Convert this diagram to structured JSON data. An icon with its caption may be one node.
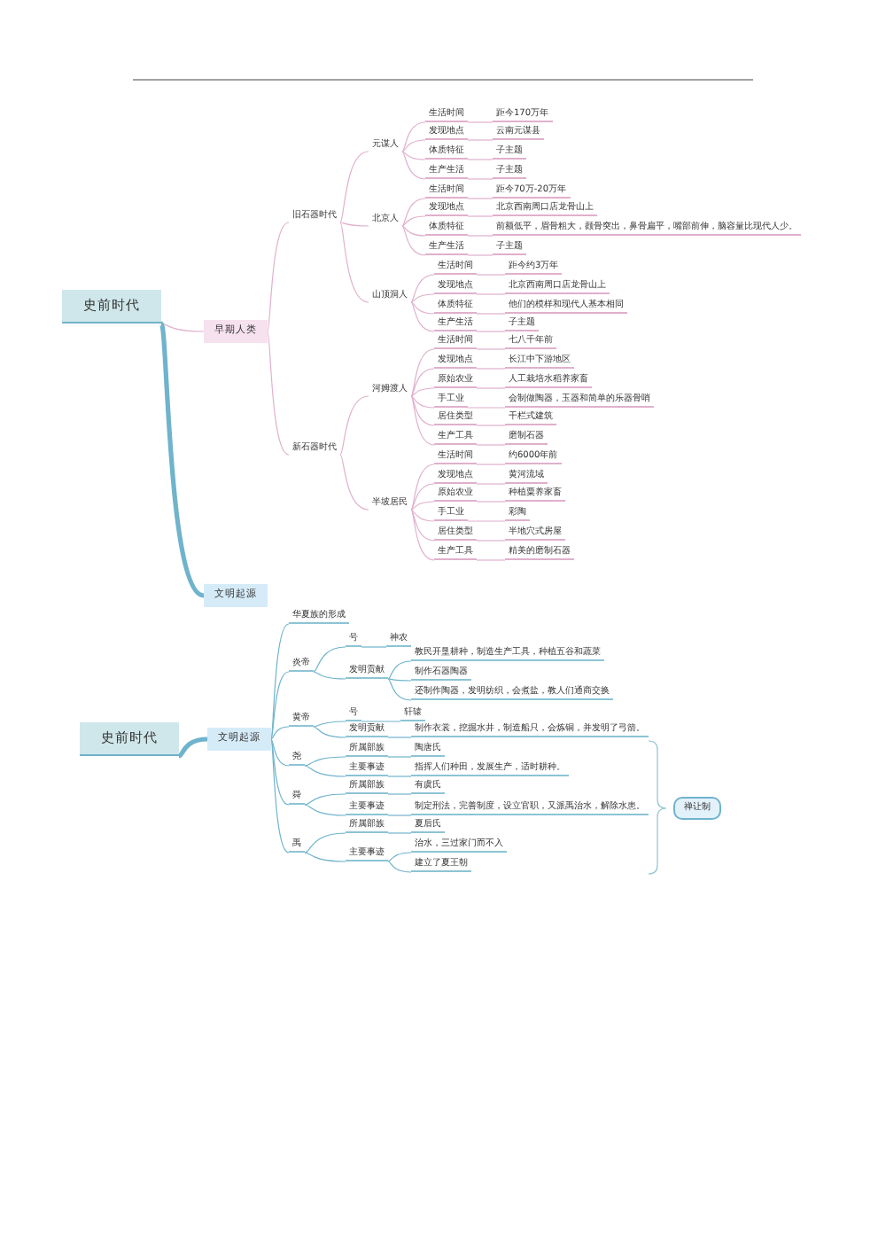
{
  "diagram": {
    "nodes": [
      {
        "text": [
          "史前时代"
        ]
      },
      {
        "text": [
          "早期人类"
        ]
      },
      {
        "text": [
          "文明起源"
        ]
      },
      {
        "text": [
          "旧石器时代"
        ]
      },
      {
        "text": [
          "元谋人"
        ]
      },
      {
        "text": [
          "生活时间"
        ]
      },
      {
        "text": [
          "距今170万年"
        ]
      },
      {
        "text": [
          "发现地点"
        ]
      },
      {
        "text": [
          "云南元谋县"
        ]
      },
      {
        "text": [
          "体质特征"
        ]
      },
      {
        "text": [
          "子主题"
        ]
      },
      {
        "text": [
          "生产生活"
        ]
      },
      {
        "text": [
          "子主题"
        ]
      },
      {
        "text": [
          "北京人"
        ]
      },
      {
        "text": [
          "生活时间"
        ]
      },
      {
        "text": [
          "距今70万-20万年"
        ]
      },
      {
        "text": [
          "发现地点"
        ]
      },
      {
        "text": [
          "北京西南周口店龙骨山上"
        ]
      },
      {
        "text": [
          "体质特征"
        ]
      },
      {
        "text": [
          "前额低平，眉骨粗大，颧骨突出，鼻骨扁平，嘴部前伸，脑容量比现代人少。"
        ]
      },
      {
        "text": [
          "生产生活"
        ]
      },
      {
        "text": [
          "子主题"
        ]
      },
      {
        "text": [
          "山顶洞人"
        ]
      },
      {
        "text": [
          "生活时间"
        ]
      },
      {
        "text": [
          "距今约3万年"
        ]
      },
      {
        "text": [
          "发现地点"
        ]
      },
      {
        "text": [
          "北京西南周口店龙骨山上"
        ]
      },
      {
        "text": [
          "体质特征"
        ]
      },
      {
        "text": [
          "他们的模样和现代人基本相同"
        ]
      },
      {
        "text": [
          "生产生活"
        ]
      },
      {
        "text": [
          "子主题"
        ]
      },
      {
        "text": [
          "新石器时代"
        ]
      },
      {
        "text": [
          "河姆渡人"
        ]
      },
      {
        "text": [
          "生活时间"
        ]
      },
      {
        "text": [
          "七八千年前"
        ]
      },
      {
        "text": [
          "发现地点"
        ]
      },
      {
        "text": [
          "长江中下游地区"
        ]
      },
      {
        "text": [
          "原始农业"
        ]
      },
      {
        "text": [
          "人工栽培水稻养家畜"
        ]
      },
      {
        "text": [
          "手工业"
        ]
      },
      {
        "text": [
          "会制做陶器，玉器和简单的乐器骨哨"
        ]
      },
      {
        "text": [
          "居住类型"
        ]
      },
      {
        "text": [
          "干栏式建筑"
        ]
      },
      {
        "text": [
          "生产工具"
        ]
      },
      {
        "text": [
          "磨制石器"
        ]
      },
      {
        "text": [
          "半坡居民"
        ]
      },
      {
        "text": [
          "生活时间"
        ]
      },
      {
        "text": [
          "约6000年前"
        ]
      },
      {
        "text": [
          "发现地点"
        ]
      },
      {
        "text": [
          "黄河流域"
        ]
      },
      {
        "text": [
          "原始农业"
        ]
      },
      {
        "text": [
          "种植粟养家畜"
        ]
      },
      {
        "text": [
          "手工业"
        ]
      },
      {
        "text": [
          "彩陶"
        ]
      },
      {
        "text": [
          "居住类型"
        ]
      },
      {
        "text": [
          "半地穴式房屋"
        ]
      },
      {
        "text": [
          "生产工具"
        ]
      },
      {
        "text": [
          "精美的磨制石器"
        ]
      },
      {
        "text": [
          "史前时代"
        ]
      },
      {
        "text": [
          "文明起源"
        ]
      },
      {
        "text": [
          "华夏族的形成"
        ]
      },
      {
        "text": [
          "炎帝"
        ]
      },
      {
        "text": [
          "号"
        ]
      },
      {
        "text": [
          "神农"
        ]
      },
      {
        "text": [
          "发明贡献"
        ]
      },
      {
        "text": [
          "教民开垦耕种，制造生产工具，种植五谷和蔬菜"
        ]
      },
      {
        "text": [
          "制作石器陶器"
        ]
      },
      {
        "text": [
          "还制作陶器，发明纺织，会煮盐，教人们通商交换"
        ]
      },
      {
        "text": [
          "黄帝"
        ]
      },
      {
        "text": [
          "号"
        ]
      },
      {
        "text": [
          "轩辕"
        ]
      },
      {
        "text": [
          "发明贡献"
        ]
      },
      {
        "text": [
          "制作衣裳，挖掘水井，制造船只，会炼铜，并发明了弓箭。"
        ]
      },
      {
        "text": [
          "尧"
        ]
      },
      {
        "text": [
          "所属部族"
        ]
      },
      {
        "text": [
          "陶唐氏"
        ]
      },
      {
        "text": [
          "主要事迹"
        ]
      },
      {
        "text": [
          "指挥人们种田，发展生产，适时耕种。"
        ]
      },
      {
        "text": [
          "舜"
        ]
      },
      {
        "text": [
          "所属部族"
        ]
      },
      {
        "text": [
          "有虞氏"
        ]
      },
      {
        "text": [
          "主要事迹"
        ]
      },
      {
        "text": [
          "制定刑法，完善制度，设立官职，又派禹治水，解除水患。"
        ]
      },
      {
        "text": [
          "禹"
        ]
      },
      {
        "text": [
          "所属部族"
        ]
      },
      {
        "text": [
          "夏后氏"
        ]
      },
      {
        "text": [
          "主要事迹"
        ]
      },
      {
        "text": [
          "治水，三过家门而不入"
        ]
      },
      {
        "text": [
          "建立了夏王朝"
        ]
      },
      {
        "text": [
          "禅让制"
        ]
      }
    ],
    "edges": [
      {
        "from": 0,
        "to": 1,
        "arrow": "none"
      },
      {
        "from": 0,
        "to": 2,
        "arrow": "none",
        "style": "thick",
        "color": "#6fb3cc"
      },
      {
        "from": 1,
        "to": 3,
        "arrow": "none"
      },
      {
        "from": 1,
        "to": 31,
        "arrow": "none"
      },
      {
        "from": 3,
        "to": 4,
        "arrow": "none"
      },
      {
        "from": 3,
        "to": 13,
        "arrow": "none"
      },
      {
        "from": 3,
        "to": 22,
        "arrow": "none"
      },
      {
        "from": 4,
        "to": 5,
        "arrow": "none"
      },
      {
        "from": 5,
        "to": 6,
        "arrow": "none"
      },
      {
        "from": 4,
        "to": 7,
        "arrow": "none"
      },
      {
        "from": 7,
        "to": 8,
        "arrow": "none"
      },
      {
        "from": 4,
        "to": 9,
        "arrow": "none"
      },
      {
        "from": 9,
        "to": 10,
        "arrow": "none"
      },
      {
        "from": 4,
        "to": 11,
        "arrow": "none"
      },
      {
        "from": 11,
        "to": 12,
        "arrow": "none"
      },
      {
        "from": 13,
        "to": 14,
        "arrow": "none"
      },
      {
        "from": 14,
        "to": 15,
        "arrow": "none"
      },
      {
        "from": 13,
        "to": 16,
        "arrow": "none"
      },
      {
        "from": 16,
        "to": 17,
        "arrow": "none"
      },
      {
        "from": 13,
        "to": 18,
        "arrow": "none"
      },
      {
        "from": 18,
        "to": 19,
        "arrow": "none"
      },
      {
        "from": 13,
        "to": 20,
        "arrow": "none"
      },
      {
        "from": 20,
        "to": 21,
        "arrow": "none"
      },
      {
        "from": 22,
        "to": 23,
        "arrow": "none"
      },
      {
        "from": 23,
        "to": 24,
        "arrow": "none"
      },
      {
        "from": 22,
        "to": 25,
        "arrow": "none"
      },
      {
        "from": 25,
        "to": 26,
        "arrow": "none"
      },
      {
        "from": 22,
        "to": 27,
        "arrow": "none"
      },
      {
        "from": 27,
        "to": 28,
        "arrow": "none"
      },
      {
        "from": 22,
        "to": 29,
        "arrow": "none"
      },
      {
        "from": 29,
        "to": 30,
        "arrow": "none"
      },
      {
        "from": 31,
        "to": 32,
        "arrow": "none"
      },
      {
        "from": 31,
        "to": 45,
        "arrow": "none"
      },
      {
        "from": 32,
        "to": 33,
        "arrow": "none"
      },
      {
        "from": 33,
        "to": 34,
        "arrow": "none"
      },
      {
        "from": 32,
        "to": 35,
        "arrow": "none"
      },
      {
        "from": 35,
        "to": 36,
        "arrow": "none"
      },
      {
        "from": 32,
        "to": 37,
        "arrow": "none"
      },
      {
        "from": 37,
        "to": 38,
        "arrow": "none"
      },
      {
        "from": 32,
        "to": 39,
        "arrow": "none"
      },
      {
        "from": 39,
        "to": 40,
        "arrow": "none"
      },
      {
        "from": 32,
        "to": 41,
        "arrow": "none"
      },
      {
        "from": 41,
        "to": 42,
        "arrow": "none"
      },
      {
        "from": 32,
        "to": 43,
        "arrow": "none"
      },
      {
        "from": 43,
        "to": 44,
        "arrow": "none"
      },
      {
        "from": 45,
        "to": 46,
        "arrow": "none"
      },
      {
        "from": 46,
        "to": 47,
        "arrow": "none"
      },
      {
        "from": 45,
        "to": 48,
        "arrow": "none"
      },
      {
        "from": 48,
        "to": 49,
        "arrow": "none"
      },
      {
        "from": 45,
        "to": 50,
        "arrow": "none"
      },
      {
        "from": 50,
        "to": 51,
        "arrow": "none"
      },
      {
        "from": 45,
        "to": 52,
        "arrow": "none"
      },
      {
        "from": 52,
        "to": 53,
        "arrow": "none"
      },
      {
        "from": 45,
        "to": 54,
        "arrow": "none"
      },
      {
        "from": 54,
        "to": 55,
        "arrow": "none"
      },
      {
        "from": 45,
        "to": 56,
        "arrow": "none"
      },
      {
        "from": 56,
        "to": 57,
        "arrow": "none"
      },
      {
        "from": 58,
        "to": 59,
        "arrow": "none",
        "style": "thick",
        "color": "#6fb3cc"
      },
      {
        "from": 59,
        "to": 60,
        "arrow": "none",
        "color": "#6fb3cc"
      },
      {
        "from": 59,
        "to": 61,
        "arrow": "none",
        "color": "#6fb3cc"
      },
      {
        "from": 59,
        "to": 68,
        "arrow": "none",
        "color": "#6fb3cc"
      },
      {
        "from": 59,
        "to": 73,
        "arrow": "none",
        "color": "#6fb3cc"
      },
      {
        "from": 59,
        "to": 78,
        "arrow": "none",
        "color": "#6fb3cc"
      },
      {
        "from": 59,
        "to": 83,
        "arrow": "none",
        "color": "#6fb3cc"
      },
      {
        "from": 61,
        "to": 62,
        "arrow": "none",
        "color": "#6fb3cc"
      },
      {
        "from": 62,
        "to": 63,
        "arrow": "none",
        "color": "#6fb3cc"
      },
      {
        "from": 61,
        "to": 64,
        "arrow": "none",
        "color": "#6fb3cc"
      },
      {
        "from": 64,
        "to": 65,
        "arrow": "none",
        "color": "#6fb3cc"
      },
      {
        "from": 64,
        "to": 66,
        "arrow": "none",
        "color": "#6fb3cc"
      },
      {
        "from": 64,
        "to": 67,
        "arrow": "none",
        "color": "#6fb3cc"
      },
      {
        "from": 68,
        "to": 69,
        "arrow": "none",
        "color": "#6fb3cc"
      },
      {
        "from": 69,
        "to": 70,
        "arrow": "none",
        "color": "#6fb3cc"
      },
      {
        "from": 68,
        "to": 71,
        "arrow": "none",
        "color": "#6fb3cc"
      },
      {
        "from": 71,
        "to": 72,
        "arrow": "none",
        "color": "#6fb3cc"
      },
      {
        "from": 73,
        "to": 74,
        "arrow": "none",
        "color": "#6fb3cc"
      },
      {
        "from": 74,
        "to": 75,
        "arrow": "none",
        "color": "#6fb3cc"
      },
      {
        "from": 73,
        "to": 76,
        "arrow": "none",
        "color": "#6fb3cc"
      },
      {
        "from": 76,
        "to": 77,
        "arrow": "none",
        "color": "#6fb3cc"
      },
      {
        "from": 78,
        "to": 79,
        "arrow": "none",
        "color": "#6fb3cc"
      },
      {
        "from": 79,
        "to": 80,
        "arrow": "none",
        "color": "#6fb3cc"
      },
      {
        "from": 78,
        "to": 81,
        "arrow": "none",
        "color": "#6fb3cc"
      },
      {
        "from": 81,
        "to": 82,
        "arrow": "none",
        "color": "#6fb3cc"
      },
      {
        "from": 83,
        "to": 84,
        "arrow": "none",
        "color": "#6fb3cc"
      },
      {
        "from": 84,
        "to": 85,
        "arrow": "none",
        "color": "#6fb3cc"
      },
      {
        "from": 83,
        "to": 86,
        "arrow": "none",
        "color": "#6fb3cc"
      },
      {
        "from": 86,
        "to": 87,
        "arrow": "none",
        "color": "#6fb3cc"
      },
      {
        "from": 86,
        "to": 88,
        "arrow": "none",
        "color": "#6fb3cc"
      }
    ]
  }
}
